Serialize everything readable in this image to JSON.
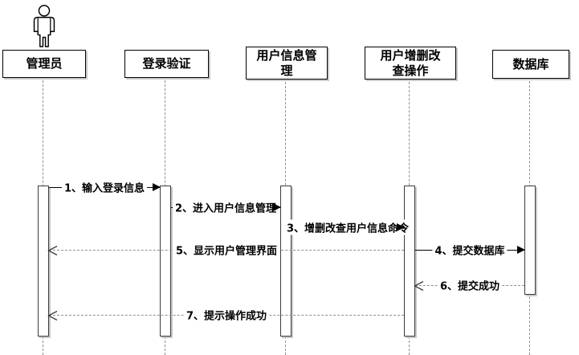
{
  "diagram": {
    "kind": "uml-sequence-diagram",
    "lifelines": [
      {
        "id": "admin",
        "label": "管理员",
        "type": "actor"
      },
      {
        "id": "login-verify",
        "label": "登录验证",
        "type": "object"
      },
      {
        "id": "user-info-mgmt",
        "label": "用户信息管\n理",
        "type": "object"
      },
      {
        "id": "user-crud-ops",
        "label": "用户增删改\n查操作",
        "type": "object"
      },
      {
        "id": "database",
        "label": "数据库",
        "type": "object"
      }
    ],
    "messages": [
      {
        "num": 1,
        "label": "1、输入登录信息",
        "from": "管理员",
        "to": "登录验证",
        "line": "solid",
        "arrow": "filled"
      },
      {
        "num": 2,
        "label": "2、进入用户信息管理",
        "from": "登录验证",
        "to": "用户信息管理",
        "line": "solid",
        "arrow": "filled"
      },
      {
        "num": 3,
        "label": "3、增删改查用户信息命令",
        "from": "用户信息管理",
        "to": "用户增删改查操作",
        "line": "solid",
        "arrow": "filled"
      },
      {
        "num": 4,
        "label": "4、提交数据库",
        "from": "用户增删改查操作",
        "to": "数据库",
        "line": "solid",
        "arrow": "filled"
      },
      {
        "num": 5,
        "label": "5、显示用户管理界面",
        "from": "用户增删改查操作",
        "to": "管理员",
        "line": "dashed",
        "arrow": "open"
      },
      {
        "num": 6,
        "label": "6、提交成功",
        "from": "数据库",
        "to": "用户增删改查操作",
        "line": "dashed",
        "arrow": "open"
      },
      {
        "num": 7,
        "label": "7、提示操作成功",
        "from": "用户增删改查操作",
        "to": "管理员",
        "line": "dashed",
        "arrow": "open"
      }
    ],
    "colors": {
      "background": "#ffffff",
      "solid_line": "#000000",
      "dashed_line": "#8f8f8f",
      "box_border": "#000000",
      "box_fill": "#ffffff",
      "shadow": "#c9c9c9",
      "text": "#000000"
    }
  }
}
